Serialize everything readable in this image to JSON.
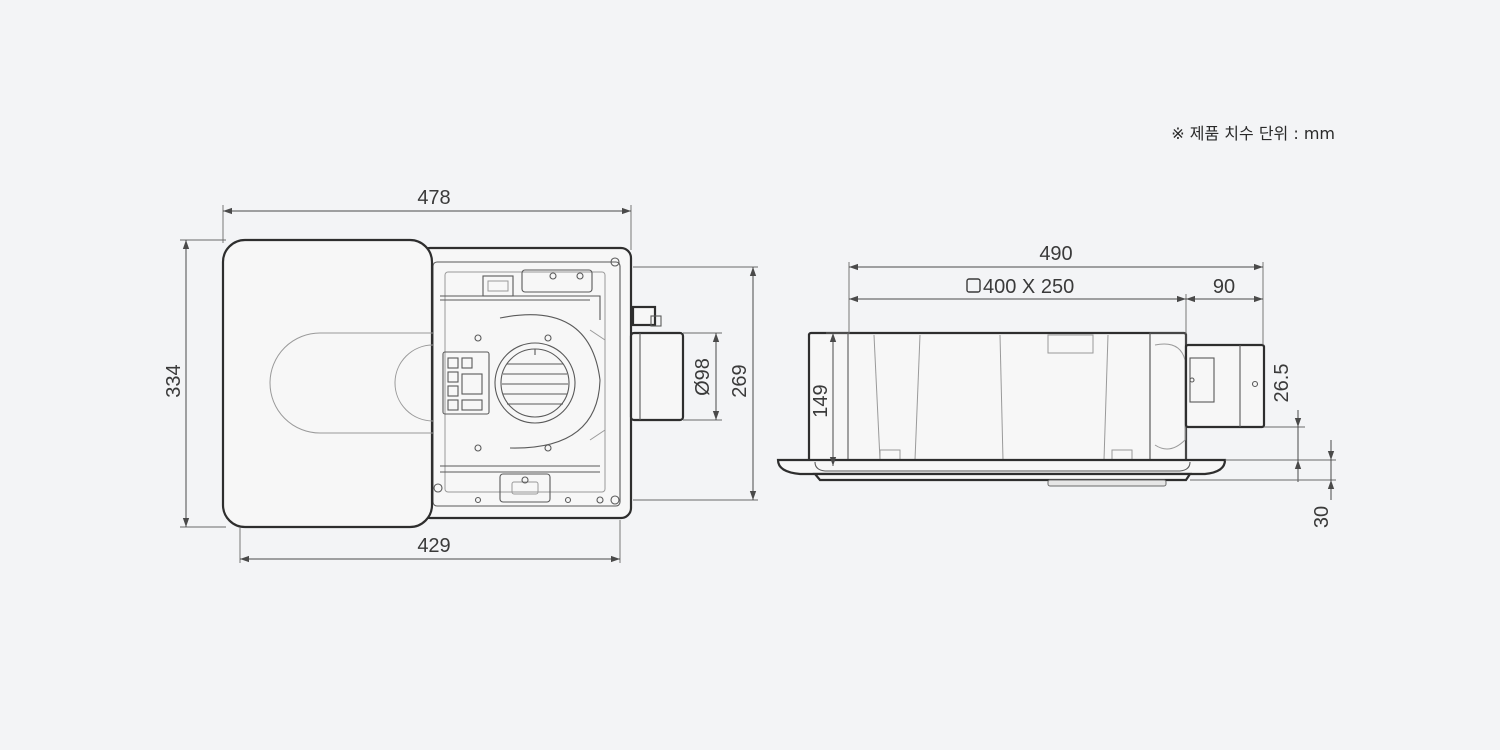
{
  "note": "※ 제품 치수 단위 : mm",
  "top_view": {
    "width_top": "478",
    "width_bottom": "429",
    "height_left": "334",
    "height_right": "269",
    "duct_diameter": "Ø98"
  },
  "side_view": {
    "overall_width": "490",
    "opening": "400 X 250",
    "connector": "90",
    "height": "149",
    "duct_offset": "26.5",
    "panel_thickness": "30"
  },
  "colors": {
    "background": "#f3f4f6",
    "line": "#2e2e2e",
    "dimension": "#4a4a4a"
  }
}
